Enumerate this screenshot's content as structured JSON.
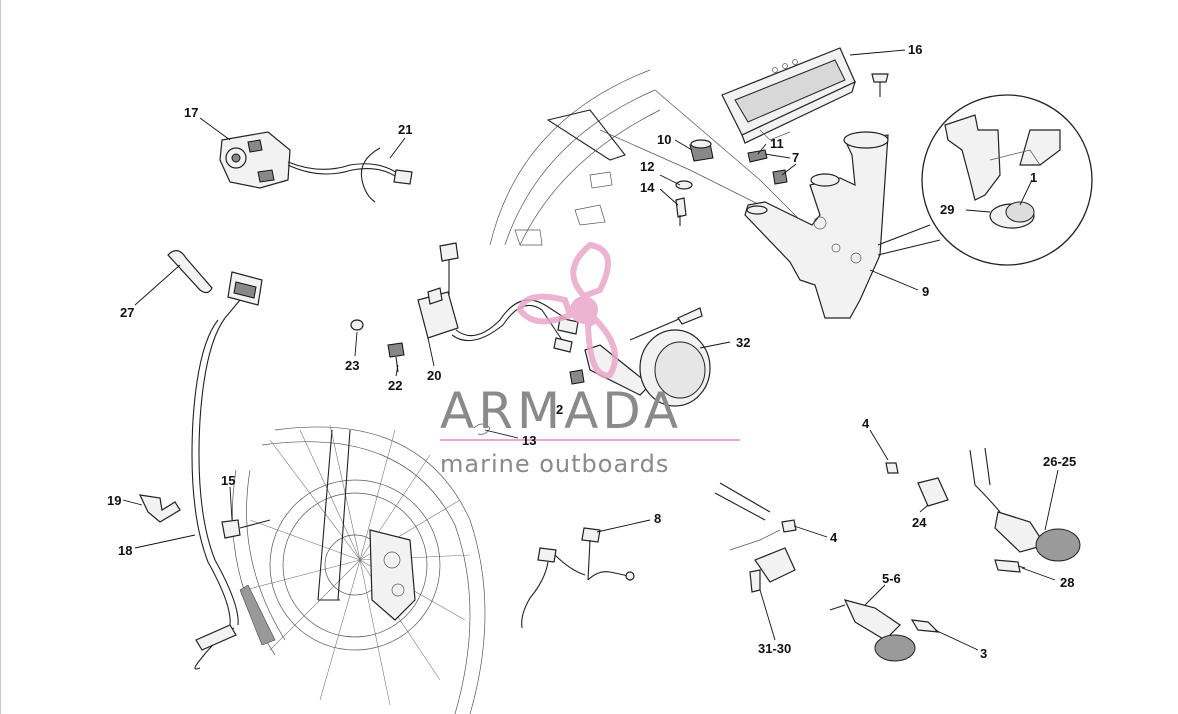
{
  "watermark": {
    "brand": "ARMADA",
    "tagline": "marine outboards",
    "logo_color": "#e9a7c9",
    "text_color": "#8a8a8a"
  },
  "callouts": {
    "c16": "16",
    "c17": "17",
    "c21": "21",
    "c10": "10",
    "c11": "11",
    "c7": "7",
    "c12": "12",
    "c14": "14",
    "c1": "1",
    "c29": "29",
    "c9": "9",
    "c27": "27",
    "c32": "32",
    "c23": "23",
    "c22": "22",
    "c20": "20",
    "c2": "2",
    "c13": "13",
    "c4a": "4",
    "c26_25": "26-25",
    "c24": "24",
    "c15": "15",
    "c19": "19",
    "c18": "18",
    "c8": "8",
    "c4b": "4",
    "c28": "28",
    "c5_6": "5-6",
    "c31_30": "31-30",
    "c3": "3"
  }
}
